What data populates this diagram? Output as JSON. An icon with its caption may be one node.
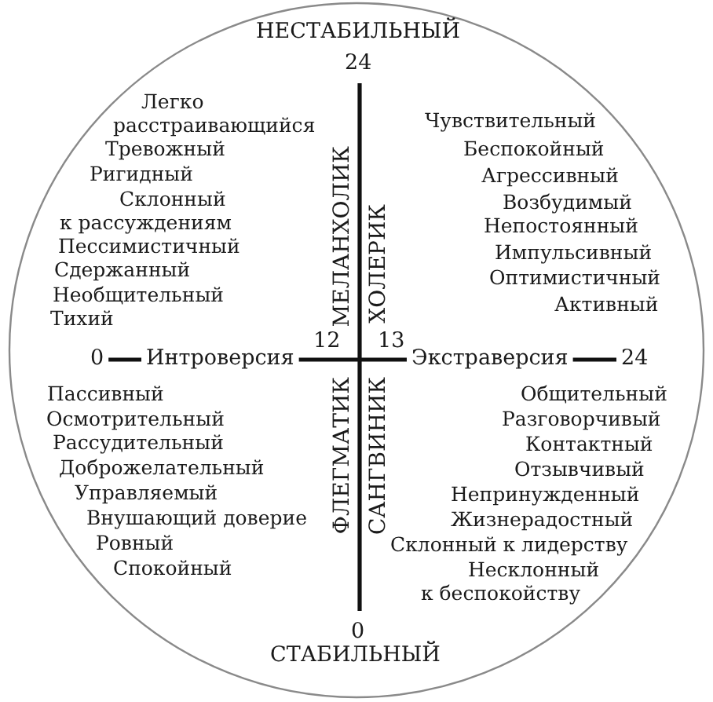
{
  "diagram": {
    "labels": [
      "НЕСТАБИЛЬНЫЙ",
      "24",
      "Легко расстраивающийся",
      "Тревожный",
      "Ригидный",
      "Склонный к рассуждениям",
      "Пессимистичный",
      "Сдержанный",
      "Необщительный",
      "Тихий",
      "МЕЛАНХОЛИК",
      "ХОЛЕРИК",
      "Чувствительный",
      "Беспокойный",
      "Агрессивный",
      "Возбудимый",
      "Непостоянный",
      "Импульсивный",
      "Оптимистичный",
      "Активный",
      "0",
      "Интроверсия",
      "12",
      "13",
      "Экстраверсия",
      "24",
      "Пассивный",
      "Осмотрительный",
      "Рассудительный",
      "Доброжелательный",
      "Управляемый",
      "Внушающий доверие",
      "Ровный",
      "Спокойный",
      "ФЛЕГМАТИК",
      "САНГВИНИК",
      "Общительный",
      "Разговорчивый",
      "Контактный",
      "Отзывчивый",
      "Непринужденный",
      "Жизнерадостный",
      "Склонный к лидерству",
      "Несклонный к беспокойству",
      "0",
      "СТАБИЛЬНЫЙ"
    ]
  }
}
